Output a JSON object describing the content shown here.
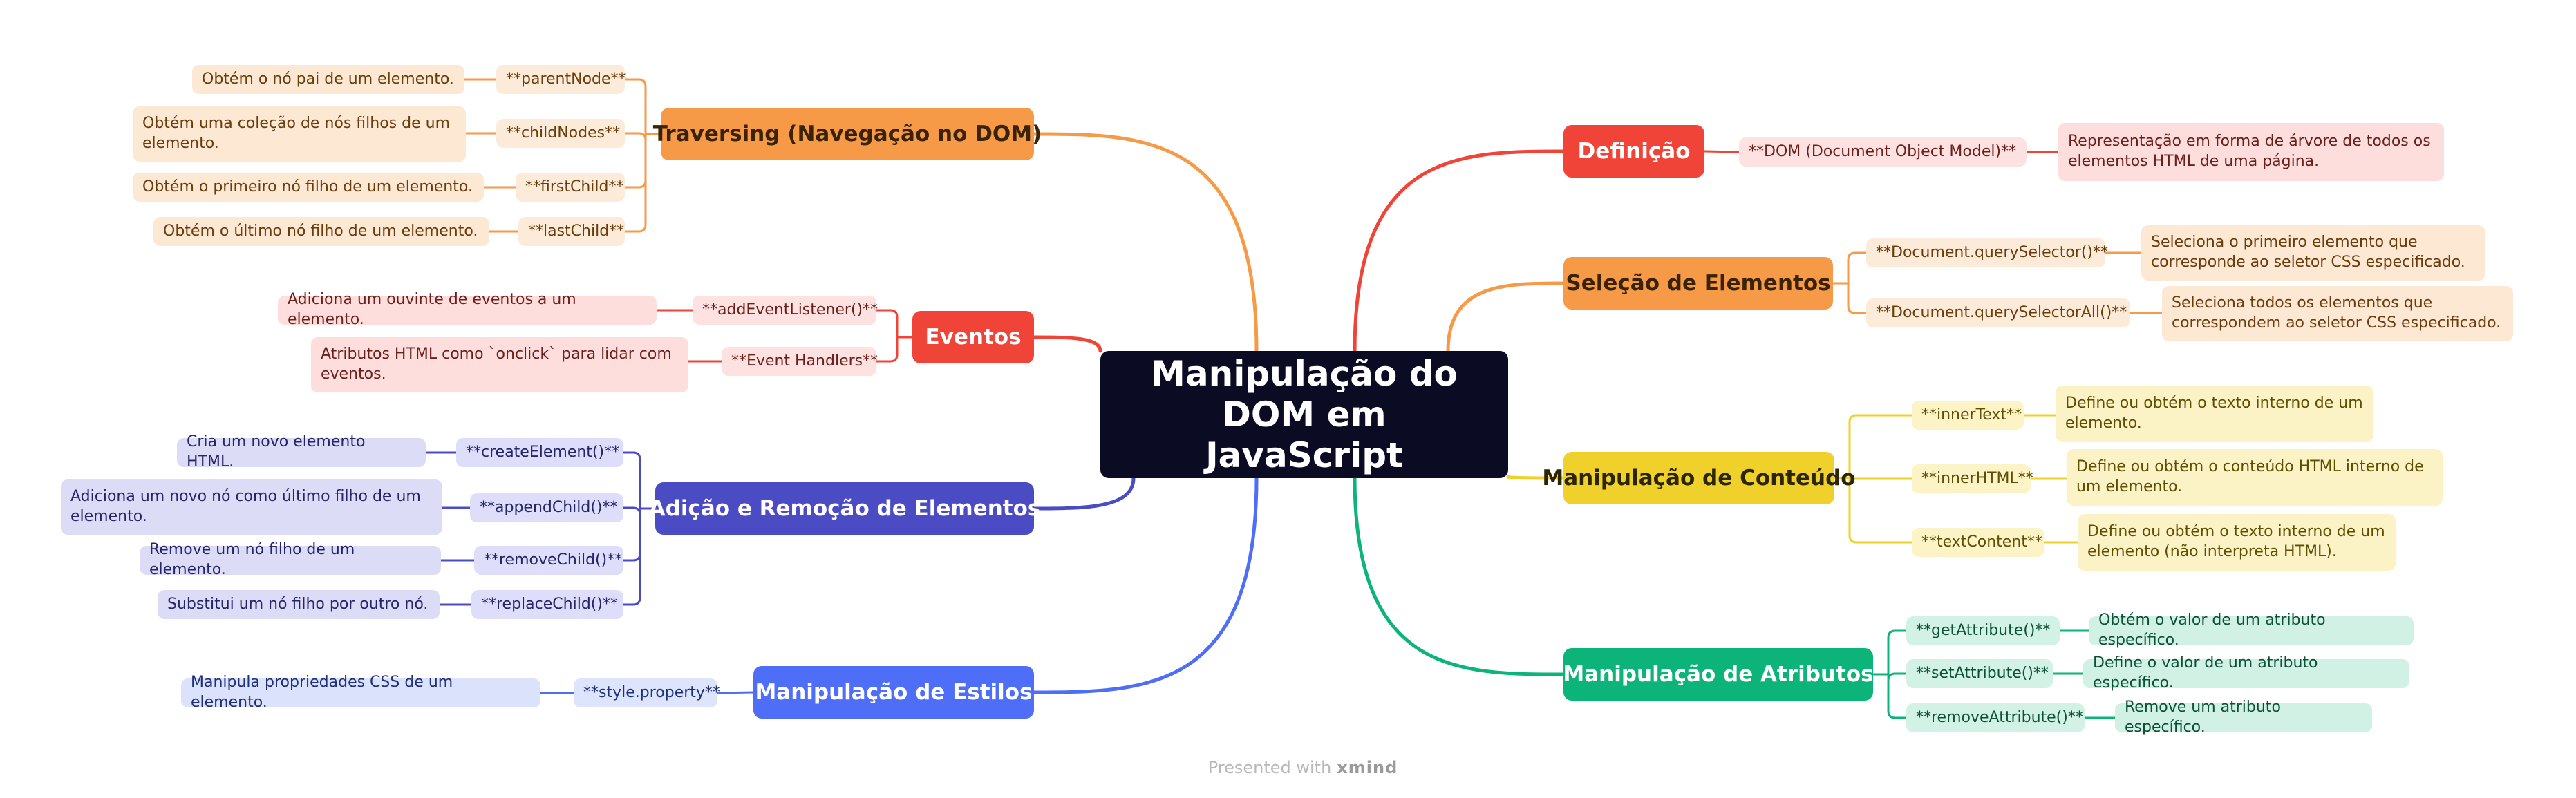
{
  "central": "Manipulação do DOM em JavaScript",
  "branches": {
    "definicao": {
      "label": "Definição",
      "items": [
        {
          "sub": "**DOM (Document Object Model)**",
          "desc": "Representação em forma de árvore de todos os elementos HTML de uma página."
        }
      ]
    },
    "selecao": {
      "label": "Seleção de Elementos",
      "items": [
        {
          "sub": "**Document.querySelector()**",
          "desc": "Seleciona o primeiro elemento que corresponde ao seletor CSS especificado."
        },
        {
          "sub": "**Document.querySelectorAll()**",
          "desc": "Seleciona todos os elementos que correspondem ao seletor CSS especificado."
        }
      ]
    },
    "conteudo": {
      "label": "Manipulação de Conteúdo",
      "items": [
        {
          "sub": "**innerText**",
          "desc": "Define ou obtém o texto interno de um elemento."
        },
        {
          "sub": "**innerHTML**",
          "desc": "Define ou obtém o conteúdo HTML interno de um elemento."
        },
        {
          "sub": "**textContent**",
          "desc": "Define ou obtém o texto interno de um elemento (não interpreta HTML)."
        }
      ]
    },
    "atributos": {
      "label": "Manipulação de Atributos",
      "items": [
        {
          "sub": "**getAttribute()**",
          "desc": "Obtém o valor de um atributo específico."
        },
        {
          "sub": "**setAttribute()**",
          "desc": "Define o valor de um atributo específico."
        },
        {
          "sub": "**removeAttribute()**",
          "desc": "Remove um atributo específico."
        }
      ]
    },
    "traversing": {
      "label": "Traversing (Navegação no DOM)",
      "items": [
        {
          "sub": "**parentNode**",
          "desc": "Obtém o nó pai de um elemento."
        },
        {
          "sub": "**childNodes**",
          "desc": "Obtém uma coleção de nós filhos de um elemento."
        },
        {
          "sub": "**firstChild**",
          "desc": "Obtém o primeiro nó filho de um elemento."
        },
        {
          "sub": "**lastChild**",
          "desc": "Obtém o último nó filho de um elemento."
        }
      ]
    },
    "eventos": {
      "label": "Eventos",
      "items": [
        {
          "sub": "**addEventListener()**",
          "desc": "Adiciona um ouvinte de eventos a um elemento."
        },
        {
          "sub": "**Event Handlers**",
          "desc": "Atributos HTML como `onclick` para lidar com eventos."
        }
      ]
    },
    "adicao": {
      "label": "Adição e Remoção de Elementos",
      "items": [
        {
          "sub": "**createElement()**",
          "desc": "Cria um novo elemento HTML."
        },
        {
          "sub": "**appendChild()**",
          "desc": "Adiciona um novo nó como último filho de um elemento."
        },
        {
          "sub": "**removeChild()**",
          "desc": "Remove um nó filho de um elemento."
        },
        {
          "sub": "**replaceChild()**",
          "desc": "Substitui um nó filho por outro nó."
        }
      ]
    },
    "estilos": {
      "label": "Manipulação de Estilos",
      "items": [
        {
          "sub": "**style.property**",
          "desc": "Manipula propriedades CSS de um elemento."
        }
      ]
    }
  },
  "footer": {
    "prefix": "Presented with",
    "brand": "xmind"
  },
  "colors": {
    "central_bg": "#0b0c23",
    "definicao": "#f04438",
    "selecao": "#f79a48",
    "conteudo": "#f0d02a",
    "atributos": "#0cb47a",
    "traversing": "#f79a48",
    "eventos": "#f04438",
    "adicao": "#4b4bc4",
    "estilos": "#4f6ef7"
  }
}
